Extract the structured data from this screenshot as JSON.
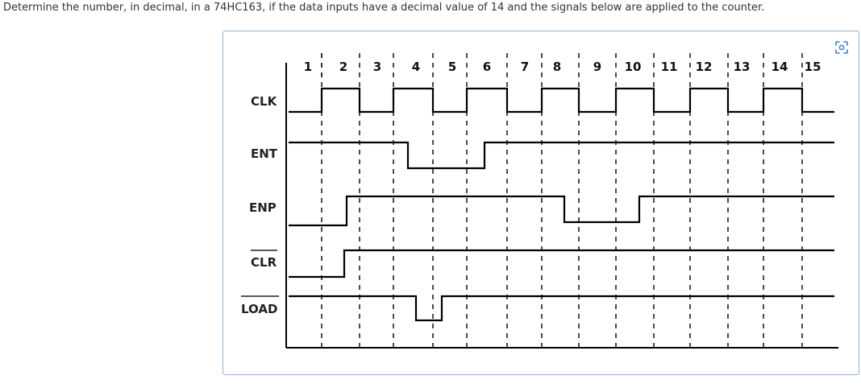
{
  "question": "Determine the number, in decimal, in a 74HC163, if the data inputs have a decimal value of 14 and the signals below are applied to the counter.",
  "clock_numbers": [
    "1",
    "2",
    "3",
    "4",
    "5",
    "6",
    "7",
    "8",
    "9",
    "10",
    "11",
    "12",
    "13",
    "14",
    "15"
  ],
  "signals": [
    {
      "key": "clk",
      "label": "CLK",
      "overline": false
    },
    {
      "key": "ent",
      "label": "ENT",
      "overline": false
    },
    {
      "key": "enp",
      "label": "ENP",
      "overline": false
    },
    {
      "key": "clr",
      "label": "CLR",
      "overline": true
    },
    {
      "key": "load",
      "label": "LOAD",
      "overline": true
    }
  ],
  "icons": {
    "expand": "expand-image-icon"
  },
  "colors": {
    "frame_border": "#8fb3d9",
    "signal": "#000000",
    "icon": "#3a7bd5"
  }
}
